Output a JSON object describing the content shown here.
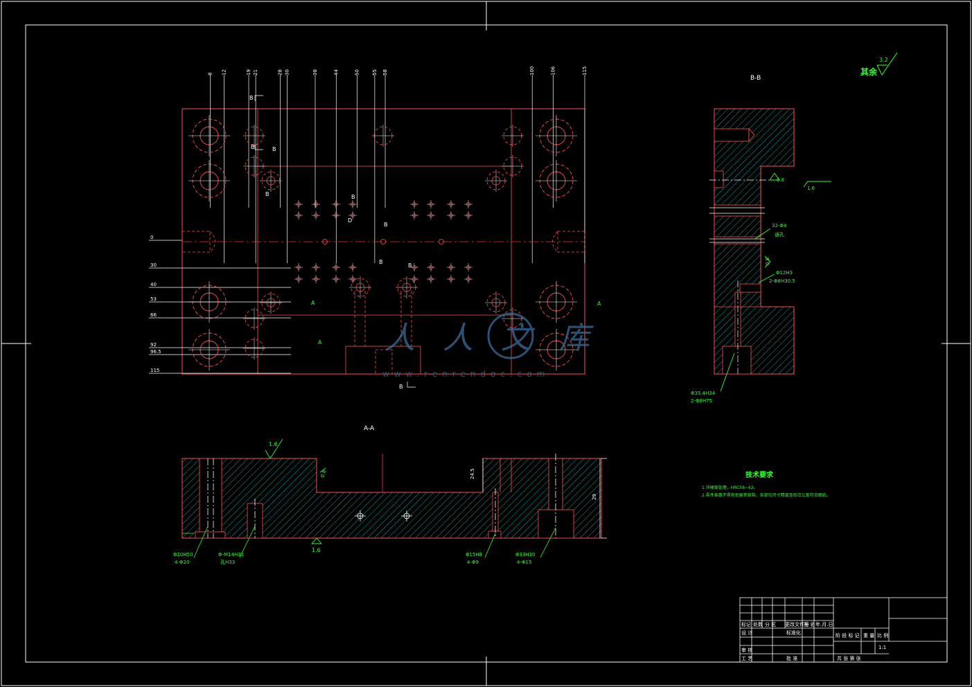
{
  "section_labels": {
    "aa": "A-A",
    "bb": "B-B"
  },
  "roughness": {
    "other_label": "其余",
    "other_value": "3.2",
    "r16": "1.6",
    "r08": "0.8",
    "r16_bb": "1.6",
    "r16_bottom": "1.6"
  },
  "cut_marks": {
    "b": "B",
    "a": "A",
    "d": "D"
  },
  "top_dims": [
    "8",
    "12",
    "19",
    "21",
    "28",
    "30",
    "38",
    "44",
    "50",
    "55",
    "58",
    "100",
    "106",
    "115"
  ],
  "left_dims": [
    "0",
    "30",
    "40",
    "53",
    "66",
    "92",
    "96.5",
    "115"
  ],
  "bb_callouts": {
    "thread": "32-Φ4",
    "thread_note": "通孔",
    "cb1": "Φ12H3",
    "cb2": "2-Φ8H30.5",
    "cb3": "Φ35.4H34",
    "cb4": "2-Φ8H75"
  },
  "aa_callouts": {
    "c1a": "Φ20H50",
    "c1b": "4-Φ20",
    "c2a": "Φ-M14H31",
    "c2b": "孔H33",
    "c3a": "Φ15H8",
    "c3b": "4-Φ9",
    "c4a": "Φ33H30",
    "c4b": "4-Φ15",
    "dim_depth": "24.5",
    "dim_height": "29"
  },
  "tech": {
    "title": "技术要求",
    "line1": "1.淬硬度处理，HRC58~62。",
    "line2": "2.零件表面不得有划痕等缺陷，各部位尺寸精度及形位公差符合图纸。"
  },
  "titleblock": {
    "h_mark": "标记",
    "h_count": "处数",
    "h_zone": "分 区",
    "h_docno": "更改文件号",
    "h_sign": "签 名",
    "h_date": "年.月.日",
    "design": "设 计",
    "standard": "标准化",
    "review": "审 核",
    "process": "工 艺",
    "approve": "批 准",
    "stage": "阶 段 标 记",
    "weight": "重 量",
    "scale": "比 例",
    "scale_val": "1:1",
    "sheet": "共    张  第    张"
  },
  "watermark": {
    "logo": "人人文库",
    "url": "www.renrendoc.com"
  },
  "colors": {
    "outline": "#ff5050",
    "hatch": "#28c8c8",
    "dim": "#ffffff",
    "annot": "#33ff33",
    "center": "#ff3030",
    "frame": "#ffffff"
  }
}
